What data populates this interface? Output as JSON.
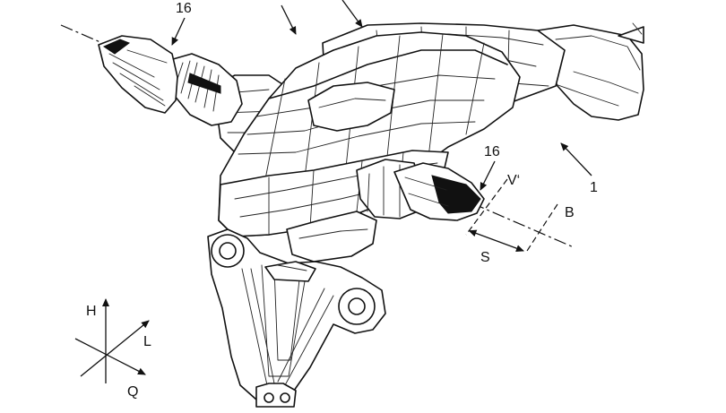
{
  "labels": {
    "ref_16_top": "16",
    "ref_16_right": "16",
    "ref_1": "1",
    "v_prime": "V‘",
    "b": "B",
    "s": "S",
    "axis_h": "H",
    "axis_l": "L",
    "axis_q": "Q"
  }
}
